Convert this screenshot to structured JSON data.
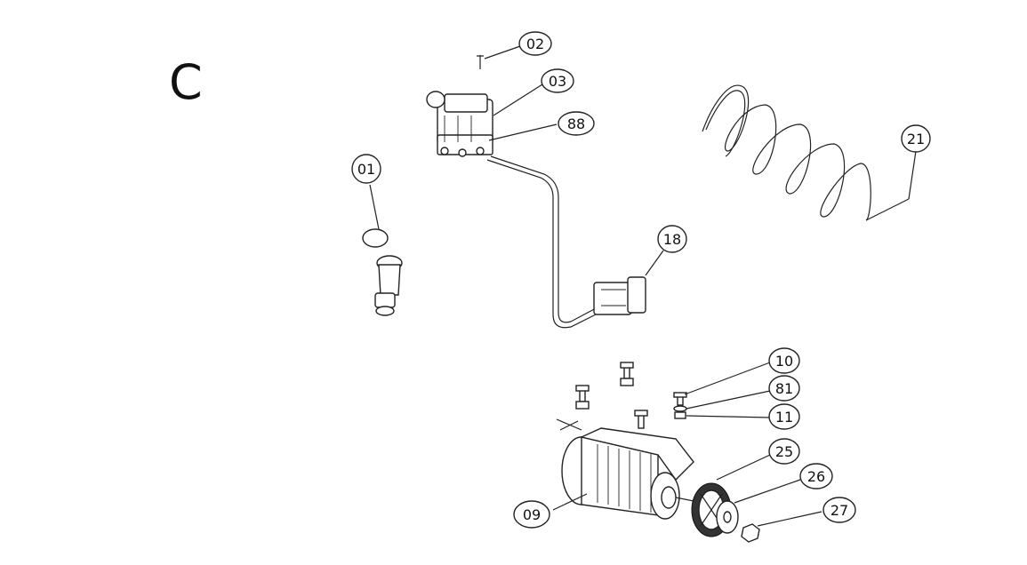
{
  "section_letter": "C",
  "callouts": [
    {
      "id": "02",
      "label": "02"
    },
    {
      "id": "03",
      "label": "03"
    },
    {
      "id": "88",
      "label": "88"
    },
    {
      "id": "01",
      "label": "01"
    },
    {
      "id": "21",
      "label": "21"
    },
    {
      "id": "18",
      "label": "18"
    },
    {
      "id": "10",
      "label": "10"
    },
    {
      "id": "81",
      "label": "81"
    },
    {
      "id": "11",
      "label": "11"
    },
    {
      "id": "25",
      "label": "25"
    },
    {
      "id": "26",
      "label": "26"
    },
    {
      "id": "09",
      "label": "09"
    },
    {
      "id": "27",
      "label": "27"
    }
  ]
}
